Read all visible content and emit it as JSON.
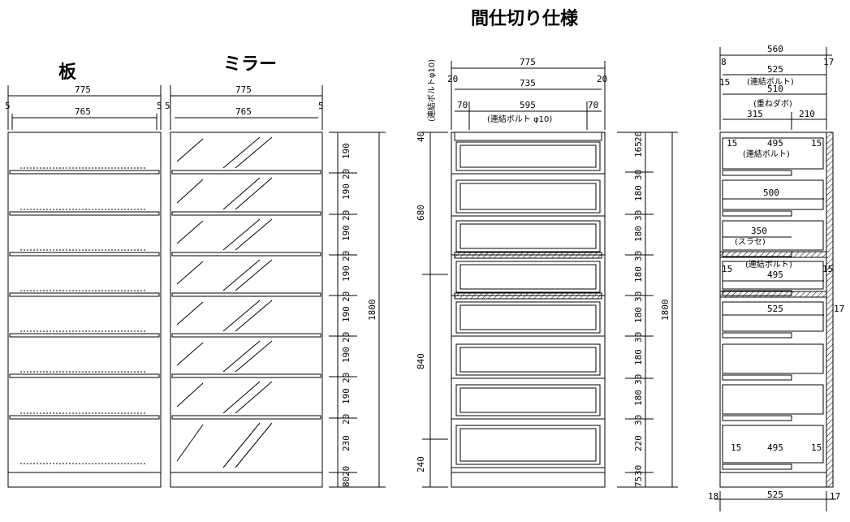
{
  "title": "間仕切り仕様",
  "panels": {
    "board": {
      "label": "板"
    },
    "mirror": {
      "label": "ミラー"
    }
  },
  "dims": {
    "w775": "775",
    "w765": "765",
    "w5": "5",
    "h190": "190",
    "h20": "20",
    "h230": "230",
    "h80": "80",
    "h1800": "1800",
    "w735": "735",
    "w595": "595",
    "w70": "70",
    "h40": "40",
    "h680": "680",
    "h840": "840",
    "h240": "240",
    "h165": "165",
    "h30": "30",
    "h180": "180",
    "h220": "220",
    "h75": "75",
    "w560": "560",
    "w525": "525",
    "w510": "510",
    "w315": "315",
    "w210": "210",
    "w495": "495",
    "w500": "500",
    "w350": "350",
    "w8": "8",
    "w17": "17",
    "w15": "15",
    "w18": "18"
  },
  "notes": {
    "connector_bolt": "(連結ボルト)",
    "connector_bolt_phi": "(連結ボルト φ10)",
    "connector_vert": "(連結ボルトφ10)",
    "dowel": "(重ねダボ)",
    "slide": "(スラセ)"
  }
}
